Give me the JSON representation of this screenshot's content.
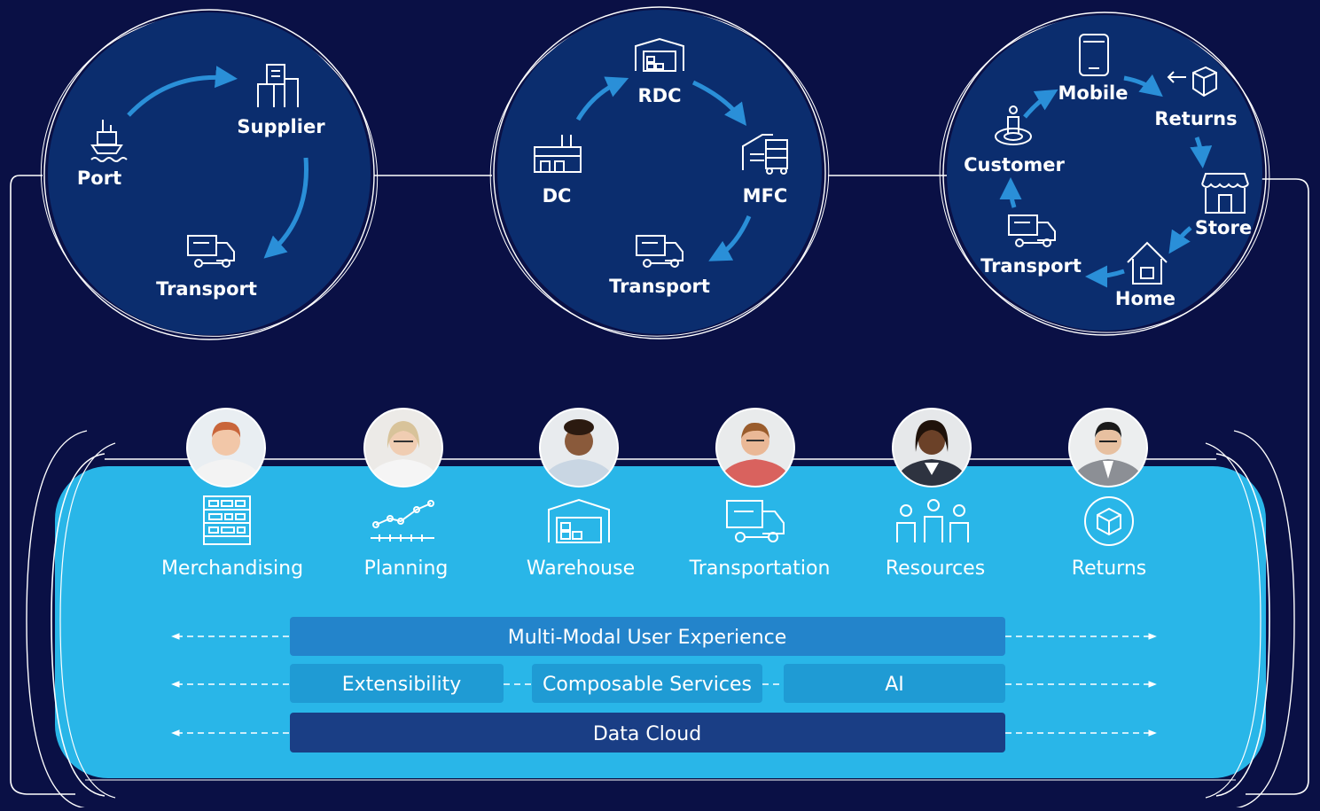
{
  "colors": {
    "background": "#0a1045",
    "circle_fill": "#0b2d6e",
    "arrow": "#2a8fd8",
    "pipe": "#29b6e8",
    "bar_top": "#2384cb",
    "bar_mid": "#1f9bd4",
    "bar_bottom": "#1a3e85",
    "line": "#ffffff"
  },
  "flows": [
    {
      "name": "inbound",
      "nodes": [
        {
          "label": "Port",
          "icon": "ship-icon"
        },
        {
          "label": "Supplier",
          "icon": "factory-icon"
        },
        {
          "label": "Transport",
          "icon": "truck-icon"
        }
      ]
    },
    {
      "name": "distribution",
      "nodes": [
        {
          "label": "RDC",
          "icon": "warehouse-icon"
        },
        {
          "label": "DC",
          "icon": "factory-icon"
        },
        {
          "label": "MFC",
          "icon": "micro-fulfillment-icon"
        },
        {
          "label": "Transport",
          "icon": "truck-icon"
        }
      ]
    },
    {
      "name": "customer",
      "nodes": [
        {
          "label": "Mobile",
          "icon": "mobile-icon"
        },
        {
          "label": "Returns",
          "icon": "return-box-icon"
        },
        {
          "label": "Customer",
          "icon": "customer-icon"
        },
        {
          "label": "Store",
          "icon": "store-icon"
        },
        {
          "label": "Transport",
          "icon": "truck-icon"
        },
        {
          "label": "Home",
          "icon": "home-icon"
        }
      ]
    }
  ],
  "capabilities": [
    {
      "label": "Merchandising",
      "icon": "shelves-icon"
    },
    {
      "label": "Planning",
      "icon": "trend-chart-icon"
    },
    {
      "label": "Warehouse",
      "icon": "warehouse-icon"
    },
    {
      "label": "Transportation",
      "icon": "truck-icon"
    },
    {
      "label": "Resources",
      "icon": "people-icon"
    },
    {
      "label": "Returns",
      "icon": "returns-cycle-icon"
    }
  ],
  "platform": {
    "top": "Multi-Modal User Experience",
    "middle": [
      "Extensibility",
      "Composable Services",
      "AI"
    ],
    "bottom": "Data Cloud"
  }
}
